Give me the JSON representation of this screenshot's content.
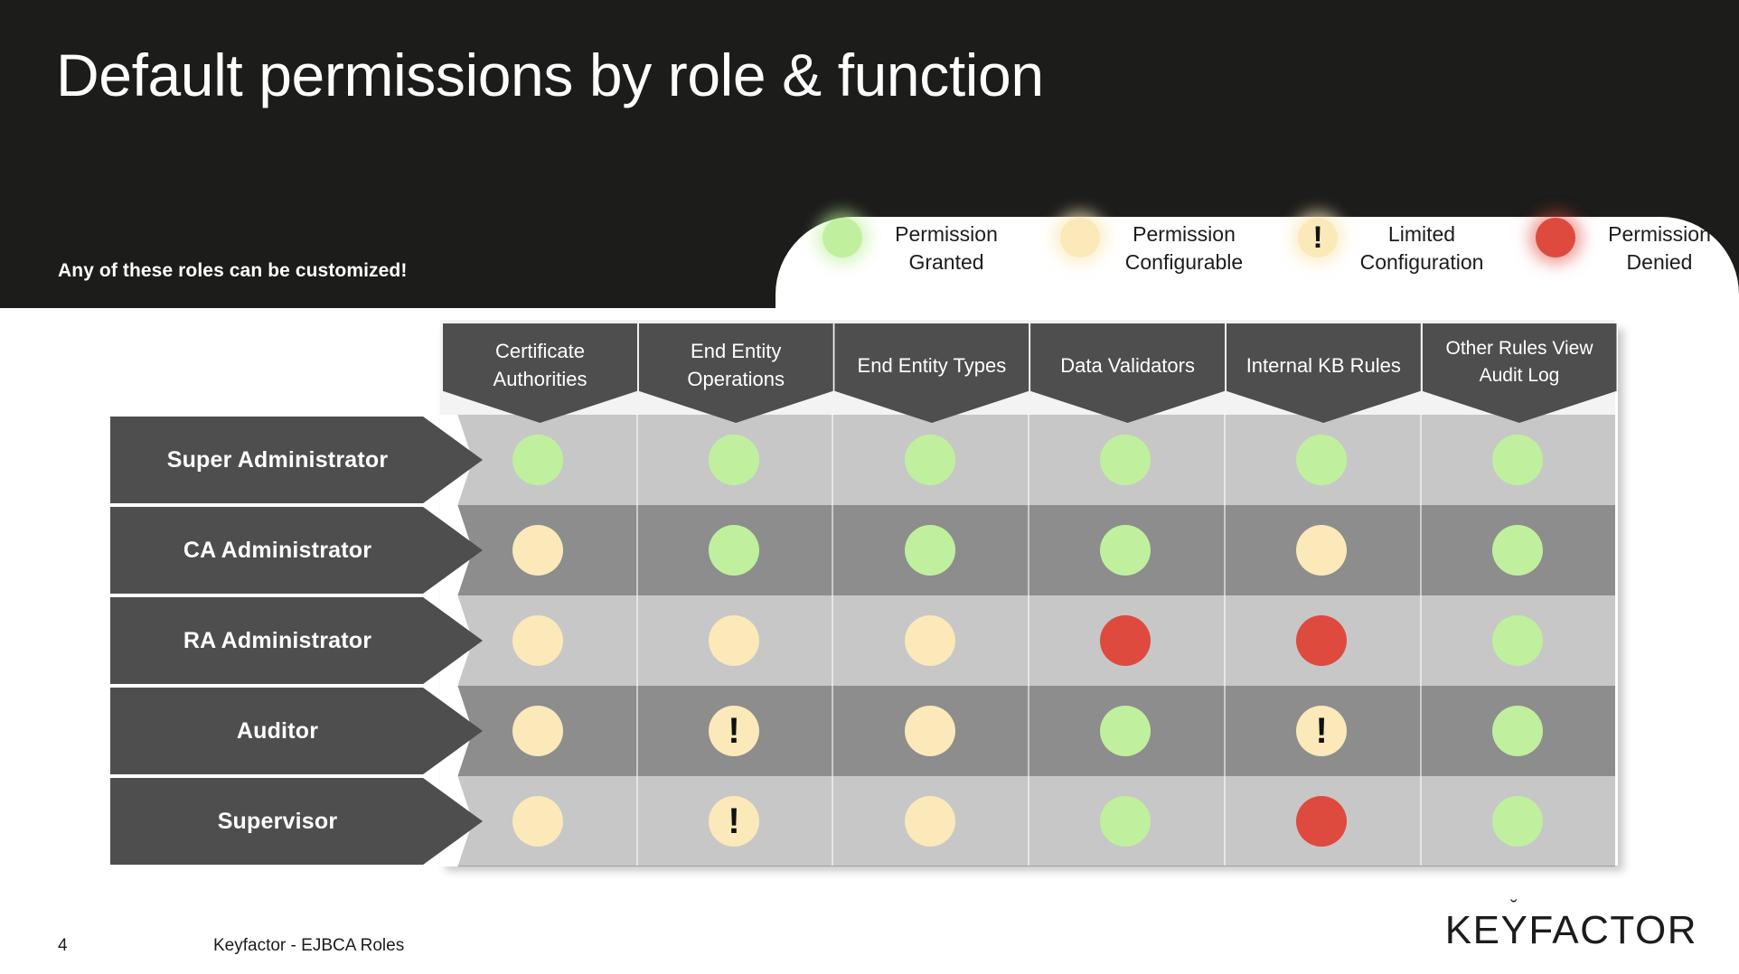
{
  "header": {
    "title": "Default permissions by role & function",
    "subtitle": "Any of these roles can be customized!",
    "background_color": "#1c1c1b"
  },
  "legend": {
    "items": [
      {
        "icon": "green-dot-icon",
        "label": "Permission Granted",
        "color": "#c0f09e"
      },
      {
        "icon": "cream-dot-icon",
        "label": "Permission Configurable",
        "color": "#fbe9b9"
      },
      {
        "icon": "exclamation-icon",
        "label": "Limited Configuration",
        "color": "#fbe9b9",
        "glyph": "!"
      },
      {
        "icon": "red-dot-icon",
        "label": "Permission Denied",
        "color": "#de4a3e"
      }
    ]
  },
  "matrix": {
    "columns": [
      "Certificate Authorities",
      "End Entity Operations",
      "End Entity Types",
      "Data Validators",
      "Internal KB Rules",
      "Other Rules View Audit Log"
    ],
    "rows": [
      {
        "label": "Super Administrator",
        "values": [
          "green",
          "green",
          "green",
          "green",
          "green",
          "green"
        ]
      },
      {
        "label": "CA Administrator",
        "values": [
          "cream",
          "green",
          "green",
          "green",
          "cream",
          "green"
        ]
      },
      {
        "label": "RA Administrator",
        "values": [
          "cream",
          "cream",
          "cream",
          "red",
          "red",
          "green"
        ]
      },
      {
        "label": "Auditor",
        "values": [
          "cream",
          "limited",
          "cream",
          "green",
          "limited",
          "green"
        ]
      },
      {
        "label": "Supervisor",
        "values": [
          "cream",
          "limited",
          "cream",
          "green",
          "red",
          "green"
        ]
      }
    ],
    "legend_key": {
      "green": "Permission Granted",
      "cream": "Permission Configurable",
      "limited": "Limited Configuration",
      "red": "Permission Denied"
    },
    "colors": {
      "green": "#c0f09e",
      "cream": "#fbe9b9",
      "red": "#de4a3e",
      "header_fill": "#4e4e4e",
      "band_light": "#c7c7c7",
      "band_dark": "#8d8d8d"
    }
  },
  "footer": {
    "page_number": "4",
    "deck_title": "Keyfactor - EJBCA Roles",
    "logo": {
      "before": "KE",
      "accent": "Y",
      "after": "FACTOR",
      "breve": "˘"
    }
  }
}
